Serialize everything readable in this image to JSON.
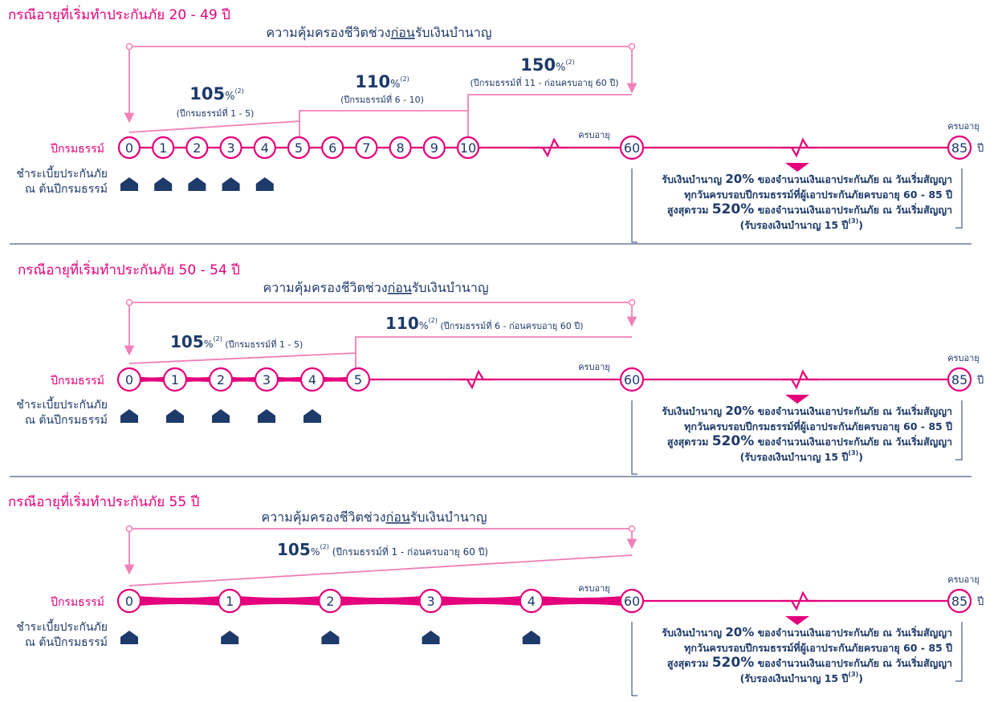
{
  "colors": {
    "magenta": "#e4007c",
    "pink": "#f080b8",
    "navy": "#1d3a6a",
    "divider": "#1d3a6a"
  },
  "labels": {
    "policy_year": "ปีกรมธรรม์",
    "premium_line1": "ชำระเบี้ยประกันภัย",
    "premium_line2": "ณ ต้นปีกรมธรรม์",
    "age_reach": "ครบอายุ",
    "year_unit": "ปี",
    "coverage_prefix": "ความคุ้มครองชีวิตช่วง",
    "coverage_underline": "ก่อน",
    "coverage_suffix": "รับเงินบำนาญ",
    "annuity_l1_a": "รับเงินบำนาญ",
    "annuity_l1_pct": "20%",
    "annuity_l1_b": "ของจำนวนเงินเอาประกันภัย ณ วันเริ่มสัญญา",
    "annuity_l2": "ทุกวันครบรอบปีกรมธรรม์ที่ผู้เอาประกันภัยครบอายุ 60 - 85 ปี",
    "annuity_l3_a": "สูงสุดรวม",
    "annuity_l3_pct": "520%",
    "annuity_l3_b": "ของจำนวนเงินเอาประกันภัย ณ วันเริ่มสัญญา",
    "annuity_l4": "(รับรองเงินบำนาญ 15 ปี",
    "annuity_l4_sup": "(3)",
    "annuity_l4_end": ")",
    "age60": "60",
    "age85": "85"
  },
  "sections": [
    {
      "title": "กรณีอายุที่เริ่มทำประกันภัย 20 - 49 ปี",
      "nodes": [
        "0",
        "1",
        "2",
        "3",
        "4",
        "5",
        "6",
        "7",
        "8",
        "9",
        "10"
      ],
      "premium_count": 5,
      "tiers": [
        {
          "pct": "105",
          "sym": "%",
          "sup": "(2)",
          "range": "(ปีกรมธรรม์ที่ 1 - 5)"
        },
        {
          "pct": "110",
          "sym": "%",
          "sup": "(2)",
          "range": "(ปีกรมธรรม์ที่ 6 - 10)"
        },
        {
          "pct": "150",
          "sym": "%",
          "sup": "(2)",
          "range": "(ปีกรมธรรม์ที่ 11 - ก่อนครบอายุ 60 ปี)"
        }
      ]
    },
    {
      "title": "กรณีอายุที่เริ่มทำประกันภัย 50 - 54 ปี",
      "nodes": [
        "0",
        "1",
        "2",
        "3",
        "4",
        "5"
      ],
      "premium_count": 5,
      "tiers": [
        {
          "pct": "105",
          "sym": "%",
          "sup": "(2)",
          "range": "(ปีกรมธรรม์ที่ 1 - 5)"
        },
        {
          "pct": "110",
          "sym": "%",
          "sup": "(2)",
          "range": "(ปีกรมธรรม์ที่ 6 - ก่อนครบอายุ 60 ปี)"
        }
      ]
    },
    {
      "title": "กรณีอายุที่เริ่มทำประกันภัย 55 ปี",
      "nodes": [
        "0",
        "1",
        "2",
        "3",
        "4"
      ],
      "premium_count": 5,
      "tiers": [
        {
          "pct": "105",
          "sym": "%",
          "sup": "(2)",
          "range": "(ปีกรมธรรม์ที่ 1 - ก่อนครบอายุ 60 ปี)"
        }
      ]
    }
  ]
}
